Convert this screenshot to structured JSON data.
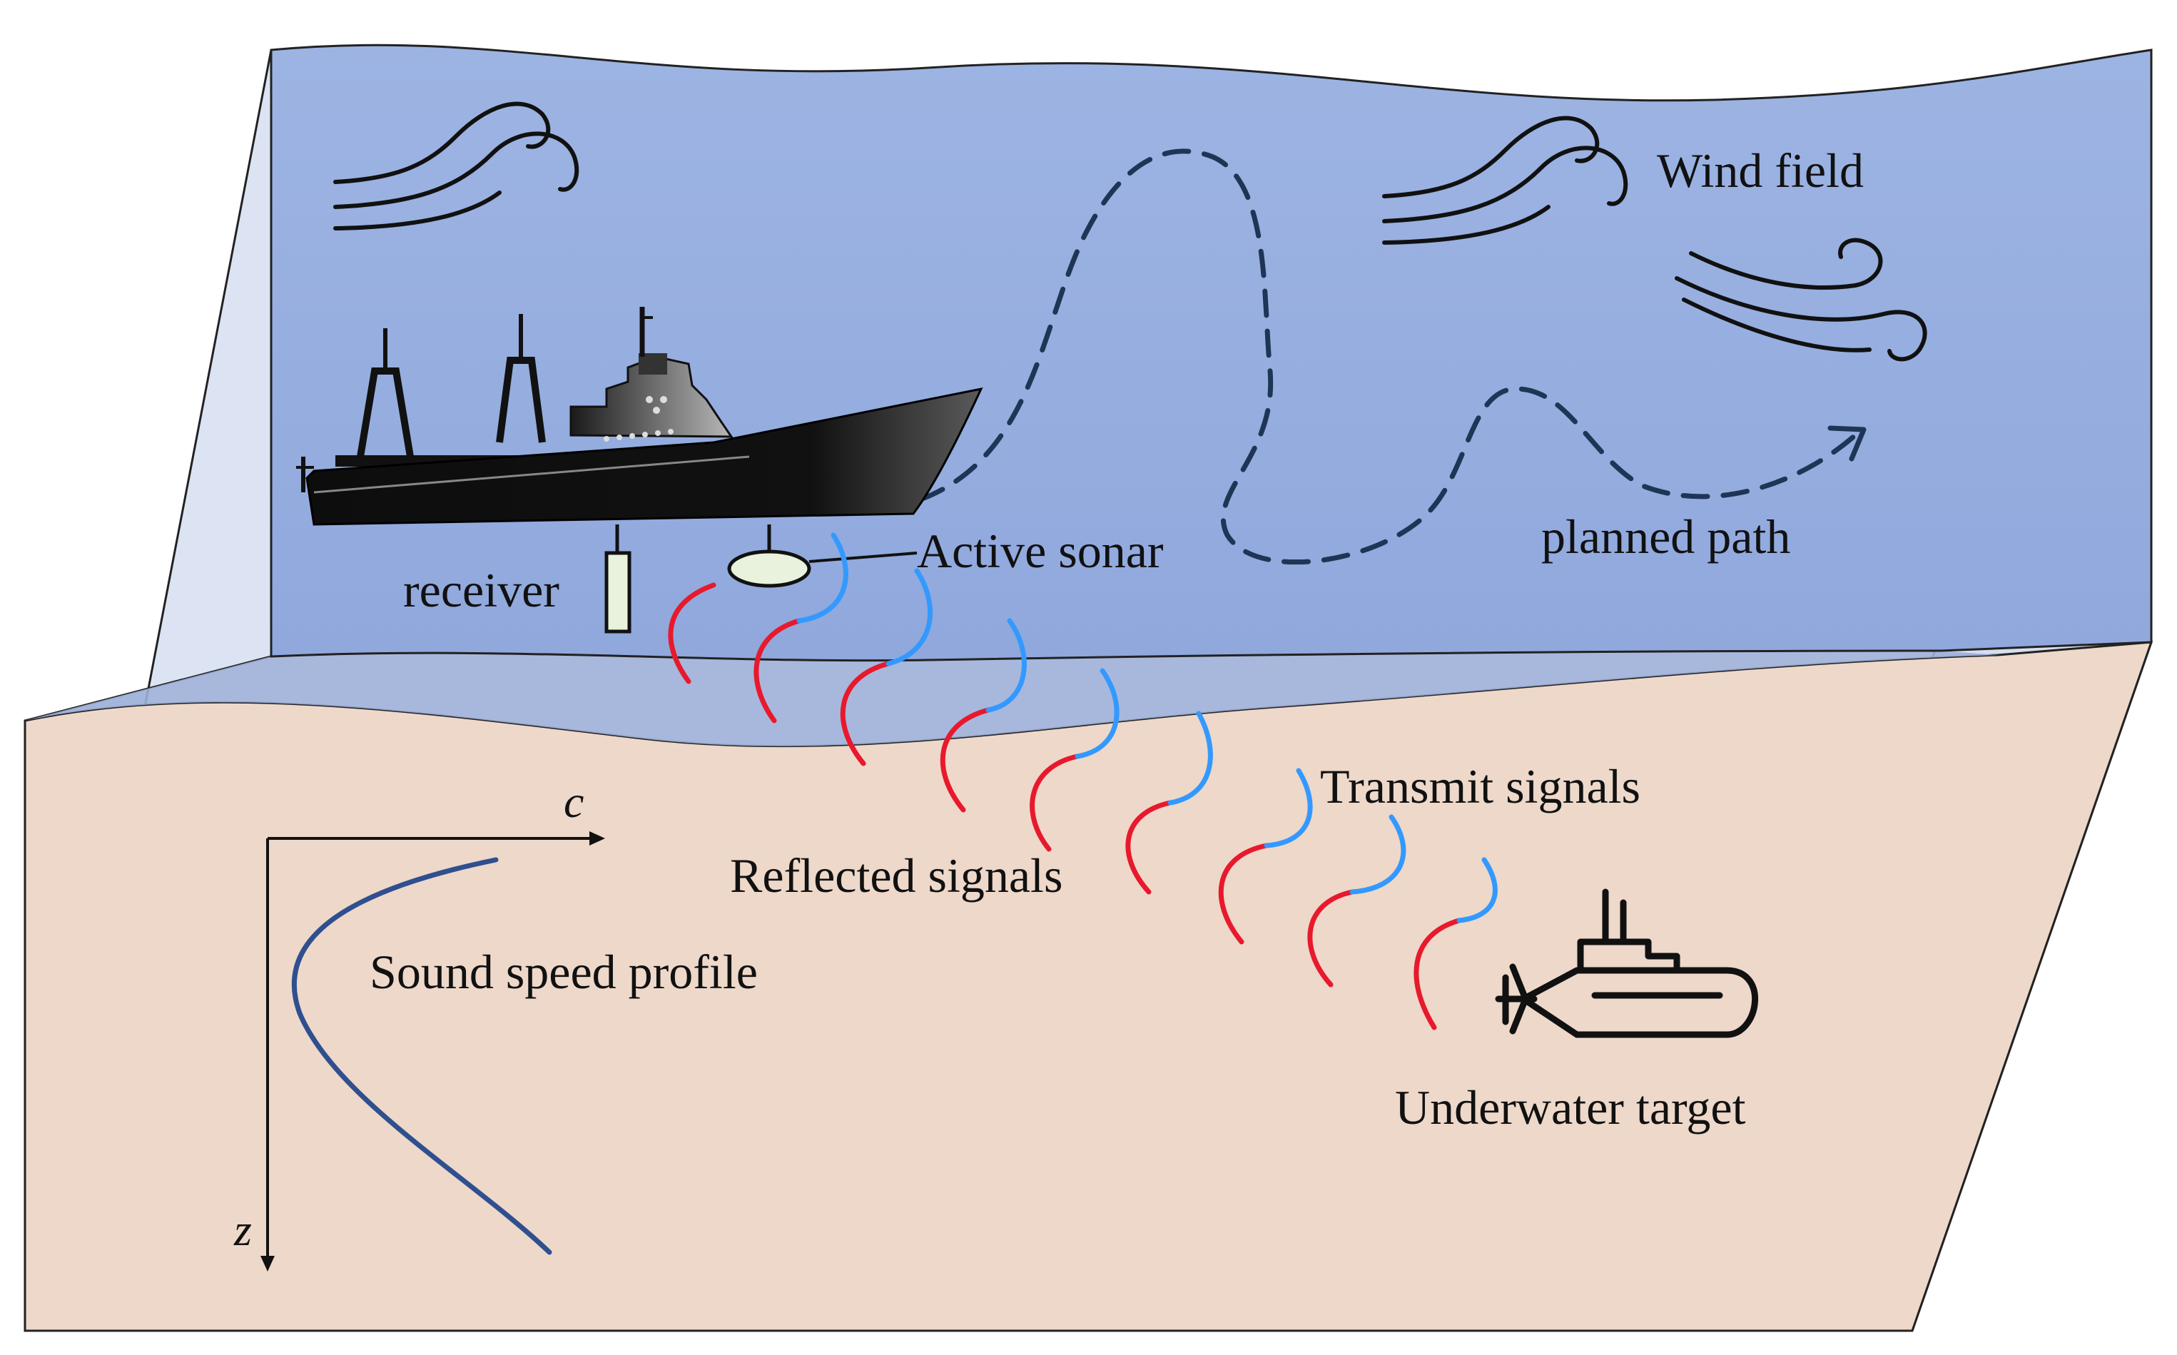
{
  "labels": {
    "wind_field": "Wind field",
    "planned_path": "planned path",
    "active_sonar": "Active sonar",
    "receiver": "receiver",
    "transmit_signals": "Transmit signals",
    "reflected_signals": "Reflected signals",
    "sound_speed_profile": "Sound speed profile",
    "underwater_target": "Underwater target",
    "axis_c": "c",
    "axis_z": "z"
  },
  "colors": {
    "sea_surface": "#9DB3E2",
    "seabed": "#EDD8CA",
    "side_wall": "#DCE4F4",
    "transmit": "#3399FF",
    "reflected": "#E8192C",
    "sound_profile": "#2F4F8F",
    "path": "#1F3556",
    "ink": "#111111"
  }
}
